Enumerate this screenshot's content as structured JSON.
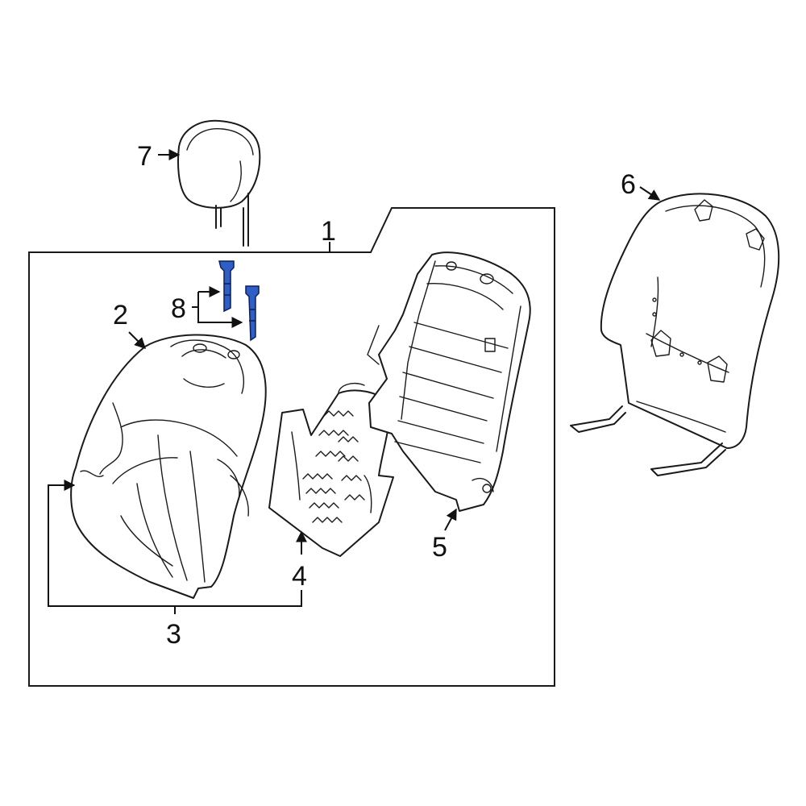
{
  "callouts": {
    "c1": "1",
    "c2": "2",
    "c3": "3",
    "c4": "4",
    "c5": "5",
    "c6": "6",
    "c7": "7",
    "c8": "8"
  },
  "colors": {
    "highlight": "#2f5fc4",
    "line": "#1a1a1a",
    "background": "#ffffff"
  }
}
